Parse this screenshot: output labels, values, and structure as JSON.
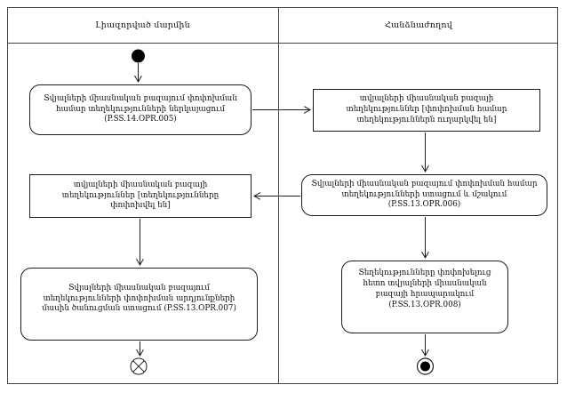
{
  "diagram": {
    "type": "uml-activity-swimlane",
    "lanes": [
      {
        "label": "Լիազորված մարմին"
      },
      {
        "label": "Հանձնաժողով"
      }
    ],
    "nodes": [
      {
        "id": "action-005",
        "type": "action",
        "lane": "Լիազորված մարմին",
        "code": "P.SS.14.OPR.005",
        "text": "Տվյալների միասնական բազայում փոփոխման համար տեղեկությունների ներկայացում (P.SS.14.OPR.005)"
      },
      {
        "id": "object-info-sent",
        "type": "object",
        "lane": "Հանձնաժողով",
        "text": "տվյալների միասնական բազայի տեղեկություններ [փոփոխման համար տեղեկություններն ուղարկվել են]"
      },
      {
        "id": "action-006",
        "type": "action",
        "lane": "Հանձնաժողով",
        "code": "P.SS.13.OPR.006",
        "text": "Տվյալների միասնական բազայում փոփոխման համար տեղեկությունների ստացում և մշակում (P.SS.13.OPR.006)"
      },
      {
        "id": "object-info-changed",
        "type": "object",
        "lane": "Լիազորված մարմին",
        "text": "տվյալների միասնական բազայի տեղեկություններ [տեղեկությունները փոփոխվել են]"
      },
      {
        "id": "action-007",
        "type": "action",
        "lane": "Լիազորված մարմին",
        "code": "P.SS.13.OPR.007",
        "text": "Տվյալների միասնական բազայում տեղեկությունների փոփոխման արդյունքների մասին ծանուցման ստացում (P.SS.13.OPR.007)"
      },
      {
        "id": "action-008",
        "type": "action",
        "lane": "Հանձնաժողով",
        "code": "P.SS.13.OPR.008",
        "text": "Տեղեկությունները փոփոխելուց հետո տվյալների միասնական բազայի հրապարակում (P.SS.13.OPR.008)"
      }
    ],
    "edges": [
      {
        "from": "start",
        "to": "action-005"
      },
      {
        "from": "action-005",
        "to": "object-info-sent"
      },
      {
        "from": "object-info-sent",
        "to": "action-006"
      },
      {
        "from": "action-006",
        "to": "object-info-changed"
      },
      {
        "from": "object-info-changed",
        "to": "action-007"
      },
      {
        "from": "action-007",
        "to": "flow-final"
      },
      {
        "from": "action-006",
        "to": "action-008"
      },
      {
        "from": "action-008",
        "to": "activity-final"
      }
    ],
    "colors": {
      "background": "#ffffff",
      "line": "#1c1c1c",
      "frame": "#3f3f3f"
    }
  }
}
